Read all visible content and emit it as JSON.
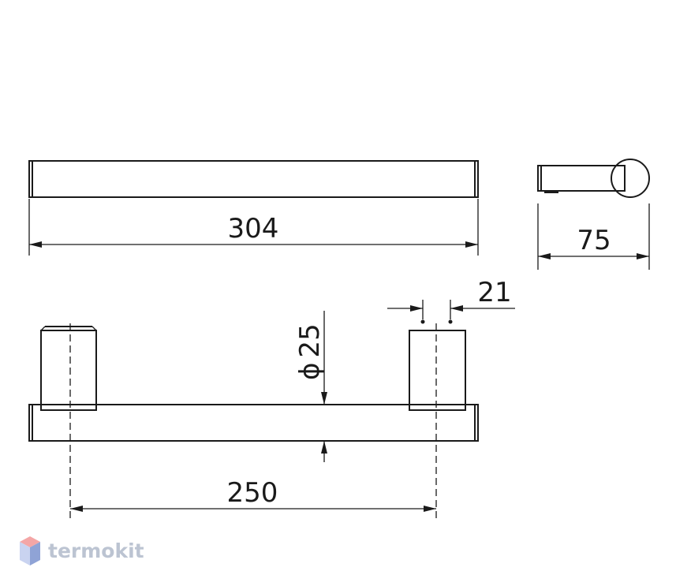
{
  "drawing": {
    "dimensions": {
      "overall_length": "304",
      "depth": "75",
      "tube_diameter": "25",
      "diameter_symbol": "ϕ",
      "post_width": "21",
      "center_distance": "250"
    }
  },
  "watermark": {
    "brand": "termokit",
    "colors": {
      "top": "#f4a6a6",
      "left": "#c9d3f0",
      "right": "#8fa3d6"
    }
  }
}
